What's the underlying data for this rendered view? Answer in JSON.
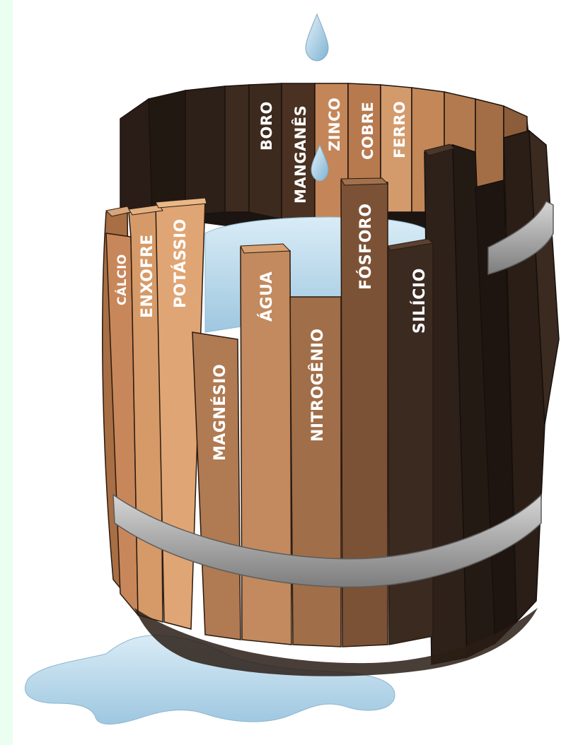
{
  "diagram": {
    "labels": {
      "calcio": "CÁLCIO",
      "enxofre": "ENXOFRE",
      "potassio": "POTÁSSIO",
      "magnesio": "MAGNÉSIO",
      "agua": "ÁGUA",
      "nitrogenio": "NITROGÊNIO",
      "fosforo": "FÓSFORO",
      "silicio": "SILÍCIO",
      "boro": "BORO",
      "manganes": "MANGANÊS",
      "zinco": "ZINCO",
      "cobre": "COBRE",
      "ferro": "FERRO"
    },
    "colors": {
      "light_wood": "#c98a5c",
      "medium_wood": "#8a5a3c",
      "dark_wood": "#3a2a22",
      "metal_hoop": "#b8b8b8",
      "water": "#b6d7ea",
      "background": "#eafff0"
    }
  }
}
